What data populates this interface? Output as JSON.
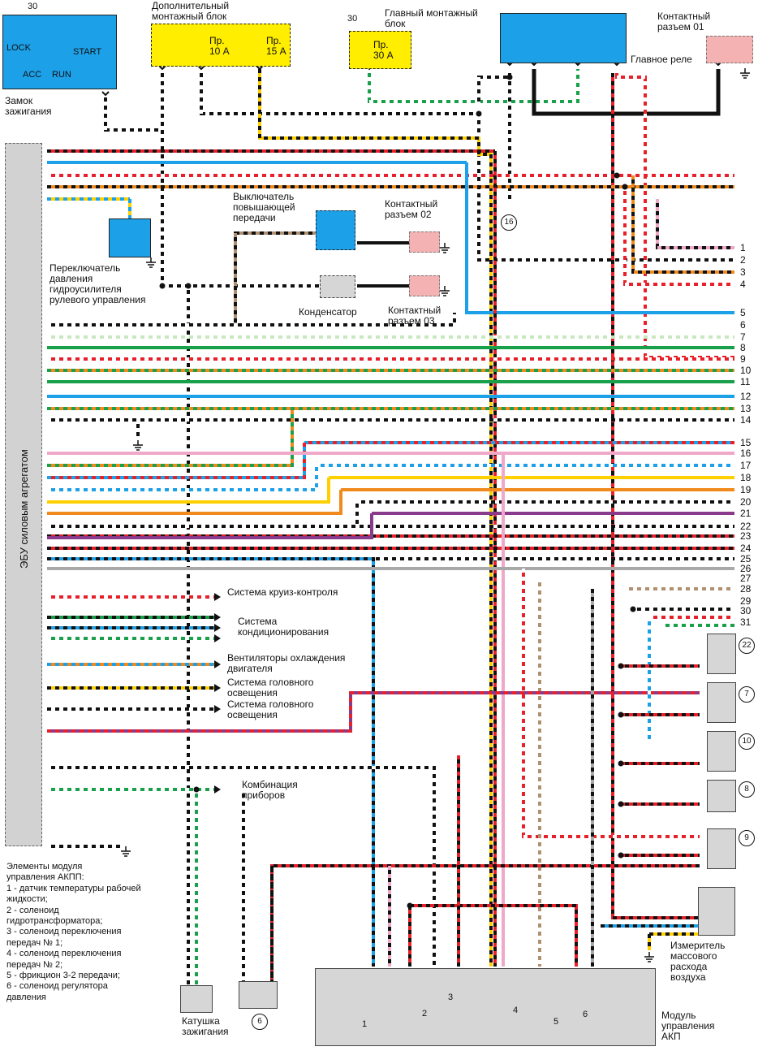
{
  "components": {
    "ignition_lock": {
      "title": "Замок\nзажигания",
      "pos_30": "30",
      "lock": "LOCK",
      "acc": "ACC",
      "run": "RUN",
      "start": "START"
    },
    "aux_block": {
      "title": "Дополнительный\nмонтажный блок",
      "fuse1": "Пр.\n10 А",
      "fuse2": "Пр.\n15 А"
    },
    "main_block": {
      "title": "Главный монтажный\nблок",
      "pos_30": "30",
      "fuse": "Пр.\n30 А"
    },
    "main_relay": {
      "title": "Главное реле"
    },
    "connector_01": {
      "title": "Контактный\nразъем 01"
    },
    "connector_02": {
      "title": "Контактный\nразъем 02"
    },
    "connector_03": {
      "title": "Контактный\nразъем 03"
    },
    "upshift_switch": {
      "title": "Выключатель\nповышающей\nпередачи"
    },
    "condenser": {
      "title": "Конденсатор"
    },
    "ps_pressure_switch": {
      "title": "Переключатель\nдавления\nгидроусилителя\nрулевого управления"
    },
    "ecu": {
      "title": "ЭБУ силовым агрегатом"
    },
    "ref_16": "16",
    "ignition_coil": {
      "title": "Катушка\nзажигания"
    },
    "coil_ref": "6",
    "maf": {
      "title": "Измеритель\nмассового\nрасхода\nвоздуха"
    },
    "tcm": {
      "title": "Модуль\nуправления\nАКП"
    },
    "tcm_elements": [
      "1",
      "2",
      "3",
      "4",
      "5",
      "6"
    ]
  },
  "system_labels": {
    "cruise": "Система круиз-контроля",
    "ac": "Система\nкондиционирования",
    "fans": "Вентиляторы охлаждения\nдвигателя",
    "headlights1": "Система головного\nосвещения",
    "headlights2": "Система головного\nосвещения",
    "cluster": "Комбинация\nприборов"
  },
  "wire_numbers": [
    "1",
    "2",
    "3",
    "4",
    "5",
    "6",
    "7",
    "8",
    "9",
    "10",
    "11",
    "12",
    "13",
    "14",
    "15",
    "16",
    "17",
    "18",
    "19",
    "20",
    "21",
    "22",
    "23",
    "24",
    "25",
    "26",
    "27",
    "28",
    "29",
    "30",
    "31"
  ],
  "injector_refs": [
    "22",
    "7",
    "10",
    "8",
    "9"
  ],
  "notes": "Элементы модуля\nуправления АКПП:\n1 - датчик температуры рабочей\nжидкости;\n2 - соленоид\nгидротрансформатора;\n3 - соленоид переключения\nпередач № 1;\n4 - соленоид переключения\nпередач № 2;\n5 - фрикцион 3-2 передачи;\n6 - соленоид регулятора\nдавления",
  "colors": {
    "red": "#e8202a",
    "black": "#111111",
    "blue": "#1ca0e8",
    "green": "#18a04a",
    "yellow": "#ffd000",
    "orange": "#f08a1c",
    "pink": "#f0a8c8",
    "grey": "#a8a8a8",
    "white": "#ffffff",
    "brown": "#b09070",
    "purple": "#8a3a8a",
    "lightgreen": "#c8e8c0"
  }
}
